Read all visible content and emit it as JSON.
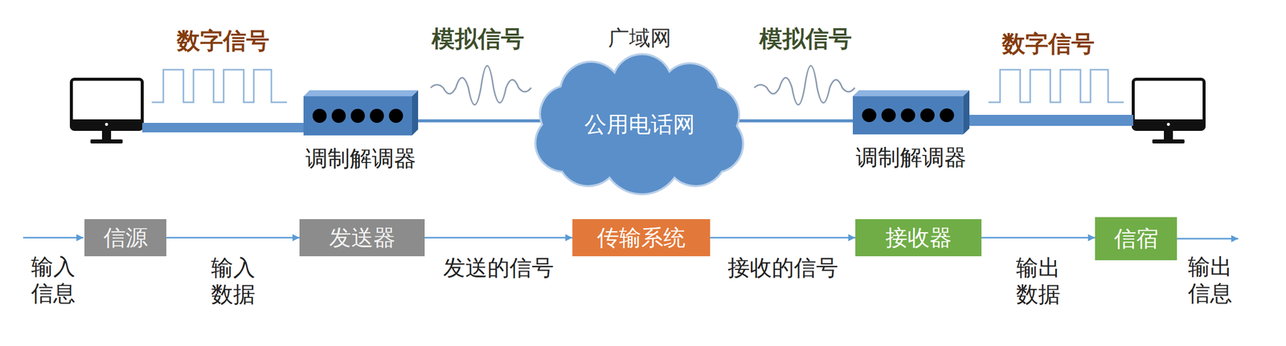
{
  "diagram": {
    "nodes": [
      {
        "text": [
          "调制解调器"
        ]
      },
      {
        "text": [
          "广域网",
          "公用电话网"
        ]
      },
      {
        "text": [
          "调制解调器"
        ]
      },
      {
        "text": [
          "信源"
        ]
      },
      {
        "text": [
          "发送器"
        ]
      },
      {
        "text": [
          "传输系统"
        ]
      },
      {
        "text": [
          "接收器"
        ]
      },
      {
        "text": [
          "信宿"
        ]
      }
    ],
    "edges": [
      {
        "from": 0,
        "to": 1,
        "arrow": "none"
      },
      {
        "from": 1,
        "to": 2,
        "arrow": "none"
      },
      {
        "from": 3,
        "to": 4,
        "arrow": "to",
        "label": "输入 数据"
      },
      {
        "from": 4,
        "to": 5,
        "arrow": "to",
        "label": "发送的信号"
      },
      {
        "from": 5,
        "to": 6,
        "arrow": "to",
        "label": "接收的信号"
      },
      {
        "from": 6,
        "to": 7,
        "arrow": "to",
        "label": "输出 数据"
      }
    ],
    "labels": [
      "数字信号",
      "模拟信号",
      "模拟信号",
      "数字信号",
      "输入 信息",
      "输出 信息"
    ]
  }
}
